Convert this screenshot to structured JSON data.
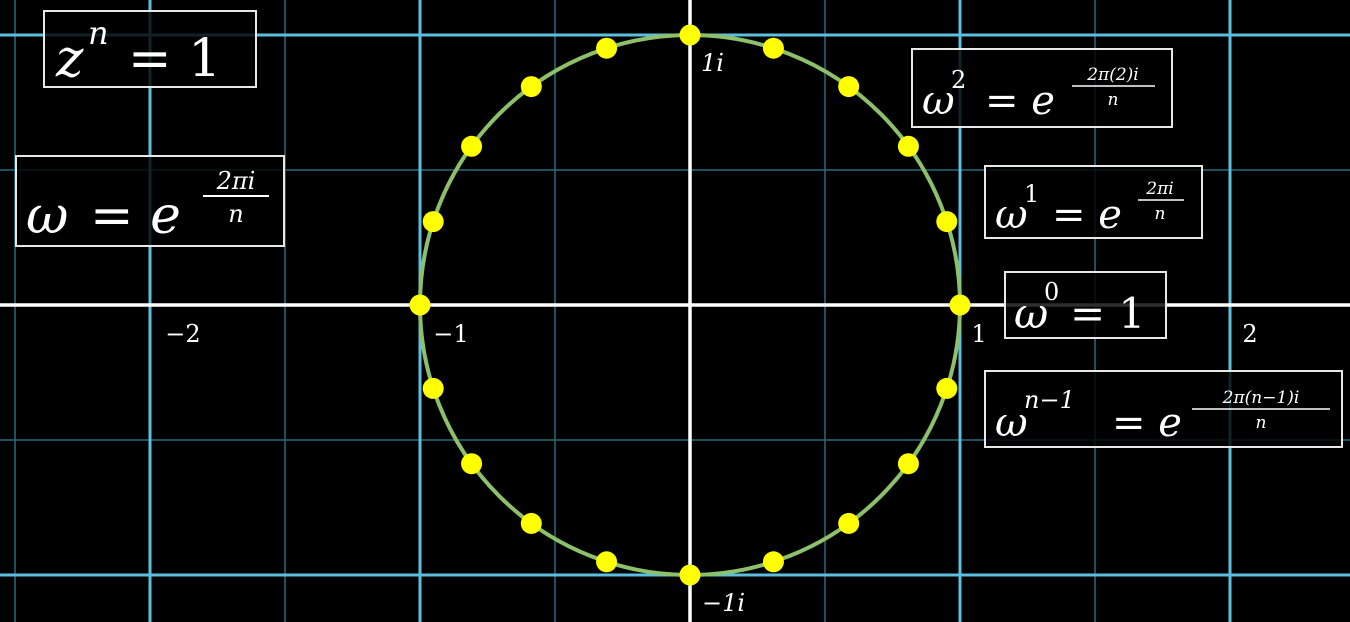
{
  "plane": {
    "axis_labels": {
      "x": [
        "−2",
        "−1",
        "1",
        "2"
      ],
      "y": [
        "1i",
        "−1i"
      ]
    }
  },
  "roots": {
    "count": 20,
    "radius": 1
  },
  "colors": {
    "background": "#000000",
    "grid_major": "#5bbfe0",
    "grid_minor": "#2a6a80",
    "axes": "#ffffff",
    "circle": "#8cc06a",
    "root_dot": "#ffff00",
    "box_border": "#e8e8e8"
  },
  "equations": {
    "zn": {
      "base": "z",
      "sup": "n",
      "rhs": "= 1"
    },
    "omega": {
      "base": "ω",
      "rhs": "= e",
      "frac_num": "2πi",
      "frac_den": "n"
    },
    "omega2": {
      "base": "ω",
      "sup": "2",
      "rhs": "= e",
      "frac_num": "2π(2)i",
      "frac_den": "n"
    },
    "omega1": {
      "base": "ω",
      "sup": "1",
      "rhs": "= e",
      "frac_num": "2πi",
      "frac_den": "n"
    },
    "omega0": {
      "base": "ω",
      "sup": "0",
      "rhs": "= 1"
    },
    "omegan1": {
      "base": "ω",
      "sup": "n−1",
      "rhs": "= e",
      "frac_num": "2π(n−1)i",
      "frac_den": "n"
    }
  }
}
